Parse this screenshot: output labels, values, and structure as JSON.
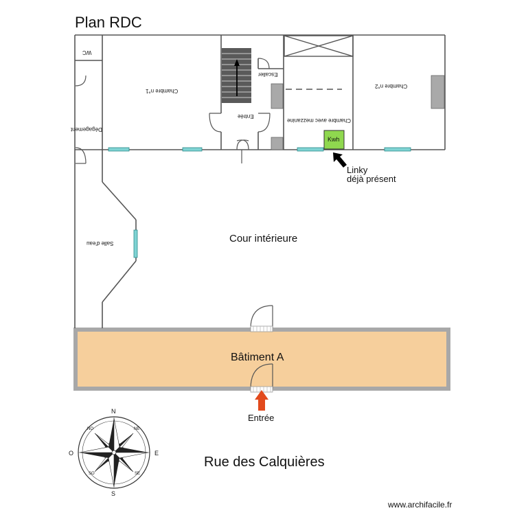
{
  "title": "Plan RDC",
  "rooms": {
    "wc": "WC",
    "chambre1": "Chambre n°1",
    "escalier": "Escalier",
    "entree_interieure": "Entrée",
    "chambre_mezzanine": "Chambre avec mezzanine",
    "chambre2": "Chambre n°2",
    "degagement": "Dégagement",
    "salle_eau": "Salle d'eau",
    "cour": "Cour intérieure",
    "batiment": "Bâtiment A"
  },
  "meter": {
    "label": "Kwh",
    "note_line1": "Linky",
    "note_line2": "déjà présent"
  },
  "entrance_label": "Entrée",
  "street": "Rue des Calquières",
  "compass": {
    "n": "N",
    "s": "S",
    "e": "E",
    "o": "O",
    "no": "NO",
    "ne": "NE",
    "so": "SO",
    "se": "SE"
  },
  "watermark": "www.archifacile.fr",
  "colors": {
    "wall": "#555555",
    "window": "#7fd3d3",
    "building_fill": "#f6cf9c",
    "building_border": "#a8a8a8",
    "meter_fill": "#8fd84f",
    "arrow_red": "#e24a1d",
    "stairs": "#5a5a5a",
    "appliance": "#a9a9a9"
  }
}
